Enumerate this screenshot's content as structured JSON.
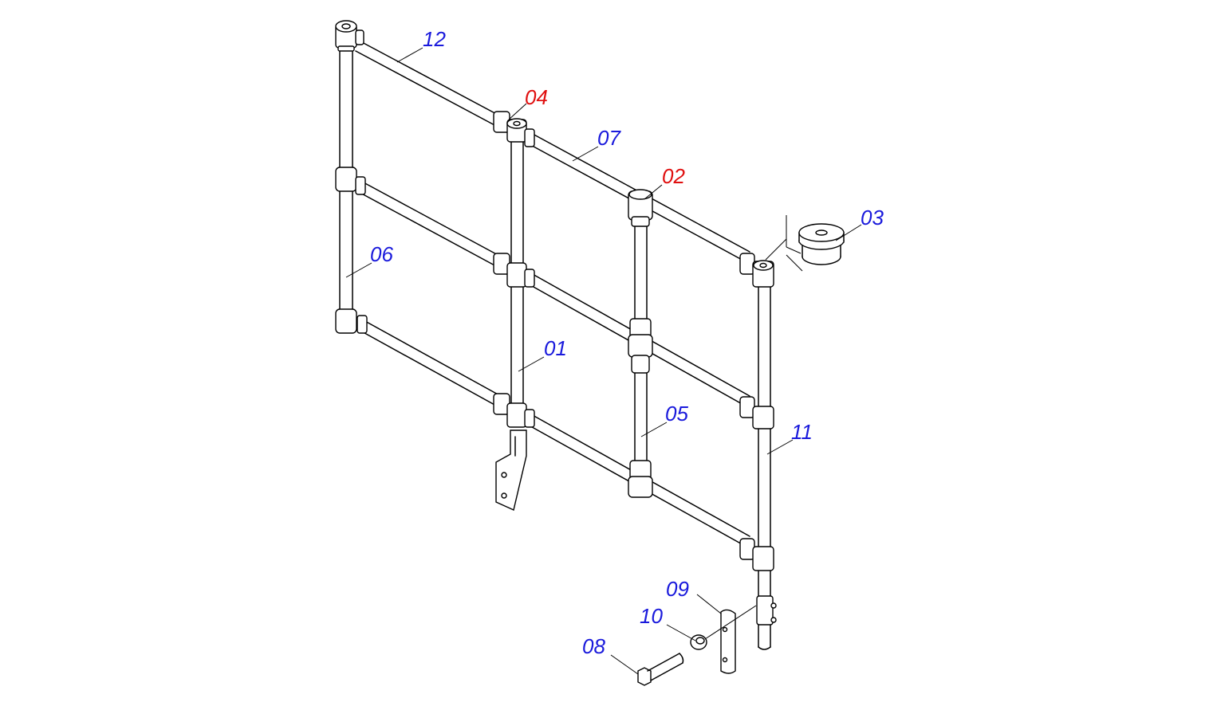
{
  "colors": {
    "normal_label": "#1a1adc",
    "highlight_label": "#e01010",
    "line": "#000000",
    "background": "#ffffff"
  },
  "callouts": [
    {
      "id": "12",
      "text": "12",
      "highlight": false
    },
    {
      "id": "04",
      "text": "04",
      "highlight": true
    },
    {
      "id": "07",
      "text": "07",
      "highlight": false
    },
    {
      "id": "02",
      "text": "02",
      "highlight": true
    },
    {
      "id": "03",
      "text": "03",
      "highlight": false
    },
    {
      "id": "06",
      "text": "06",
      "highlight": false
    },
    {
      "id": "01",
      "text": "01",
      "highlight": false
    },
    {
      "id": "05",
      "text": "05",
      "highlight": false
    },
    {
      "id": "11",
      "text": "11",
      "highlight": false
    },
    {
      "id": "09",
      "text": "09",
      "highlight": false
    },
    {
      "id": "10",
      "text": "10",
      "highlight": false
    },
    {
      "id": "08",
      "text": "08",
      "highlight": false
    }
  ]
}
